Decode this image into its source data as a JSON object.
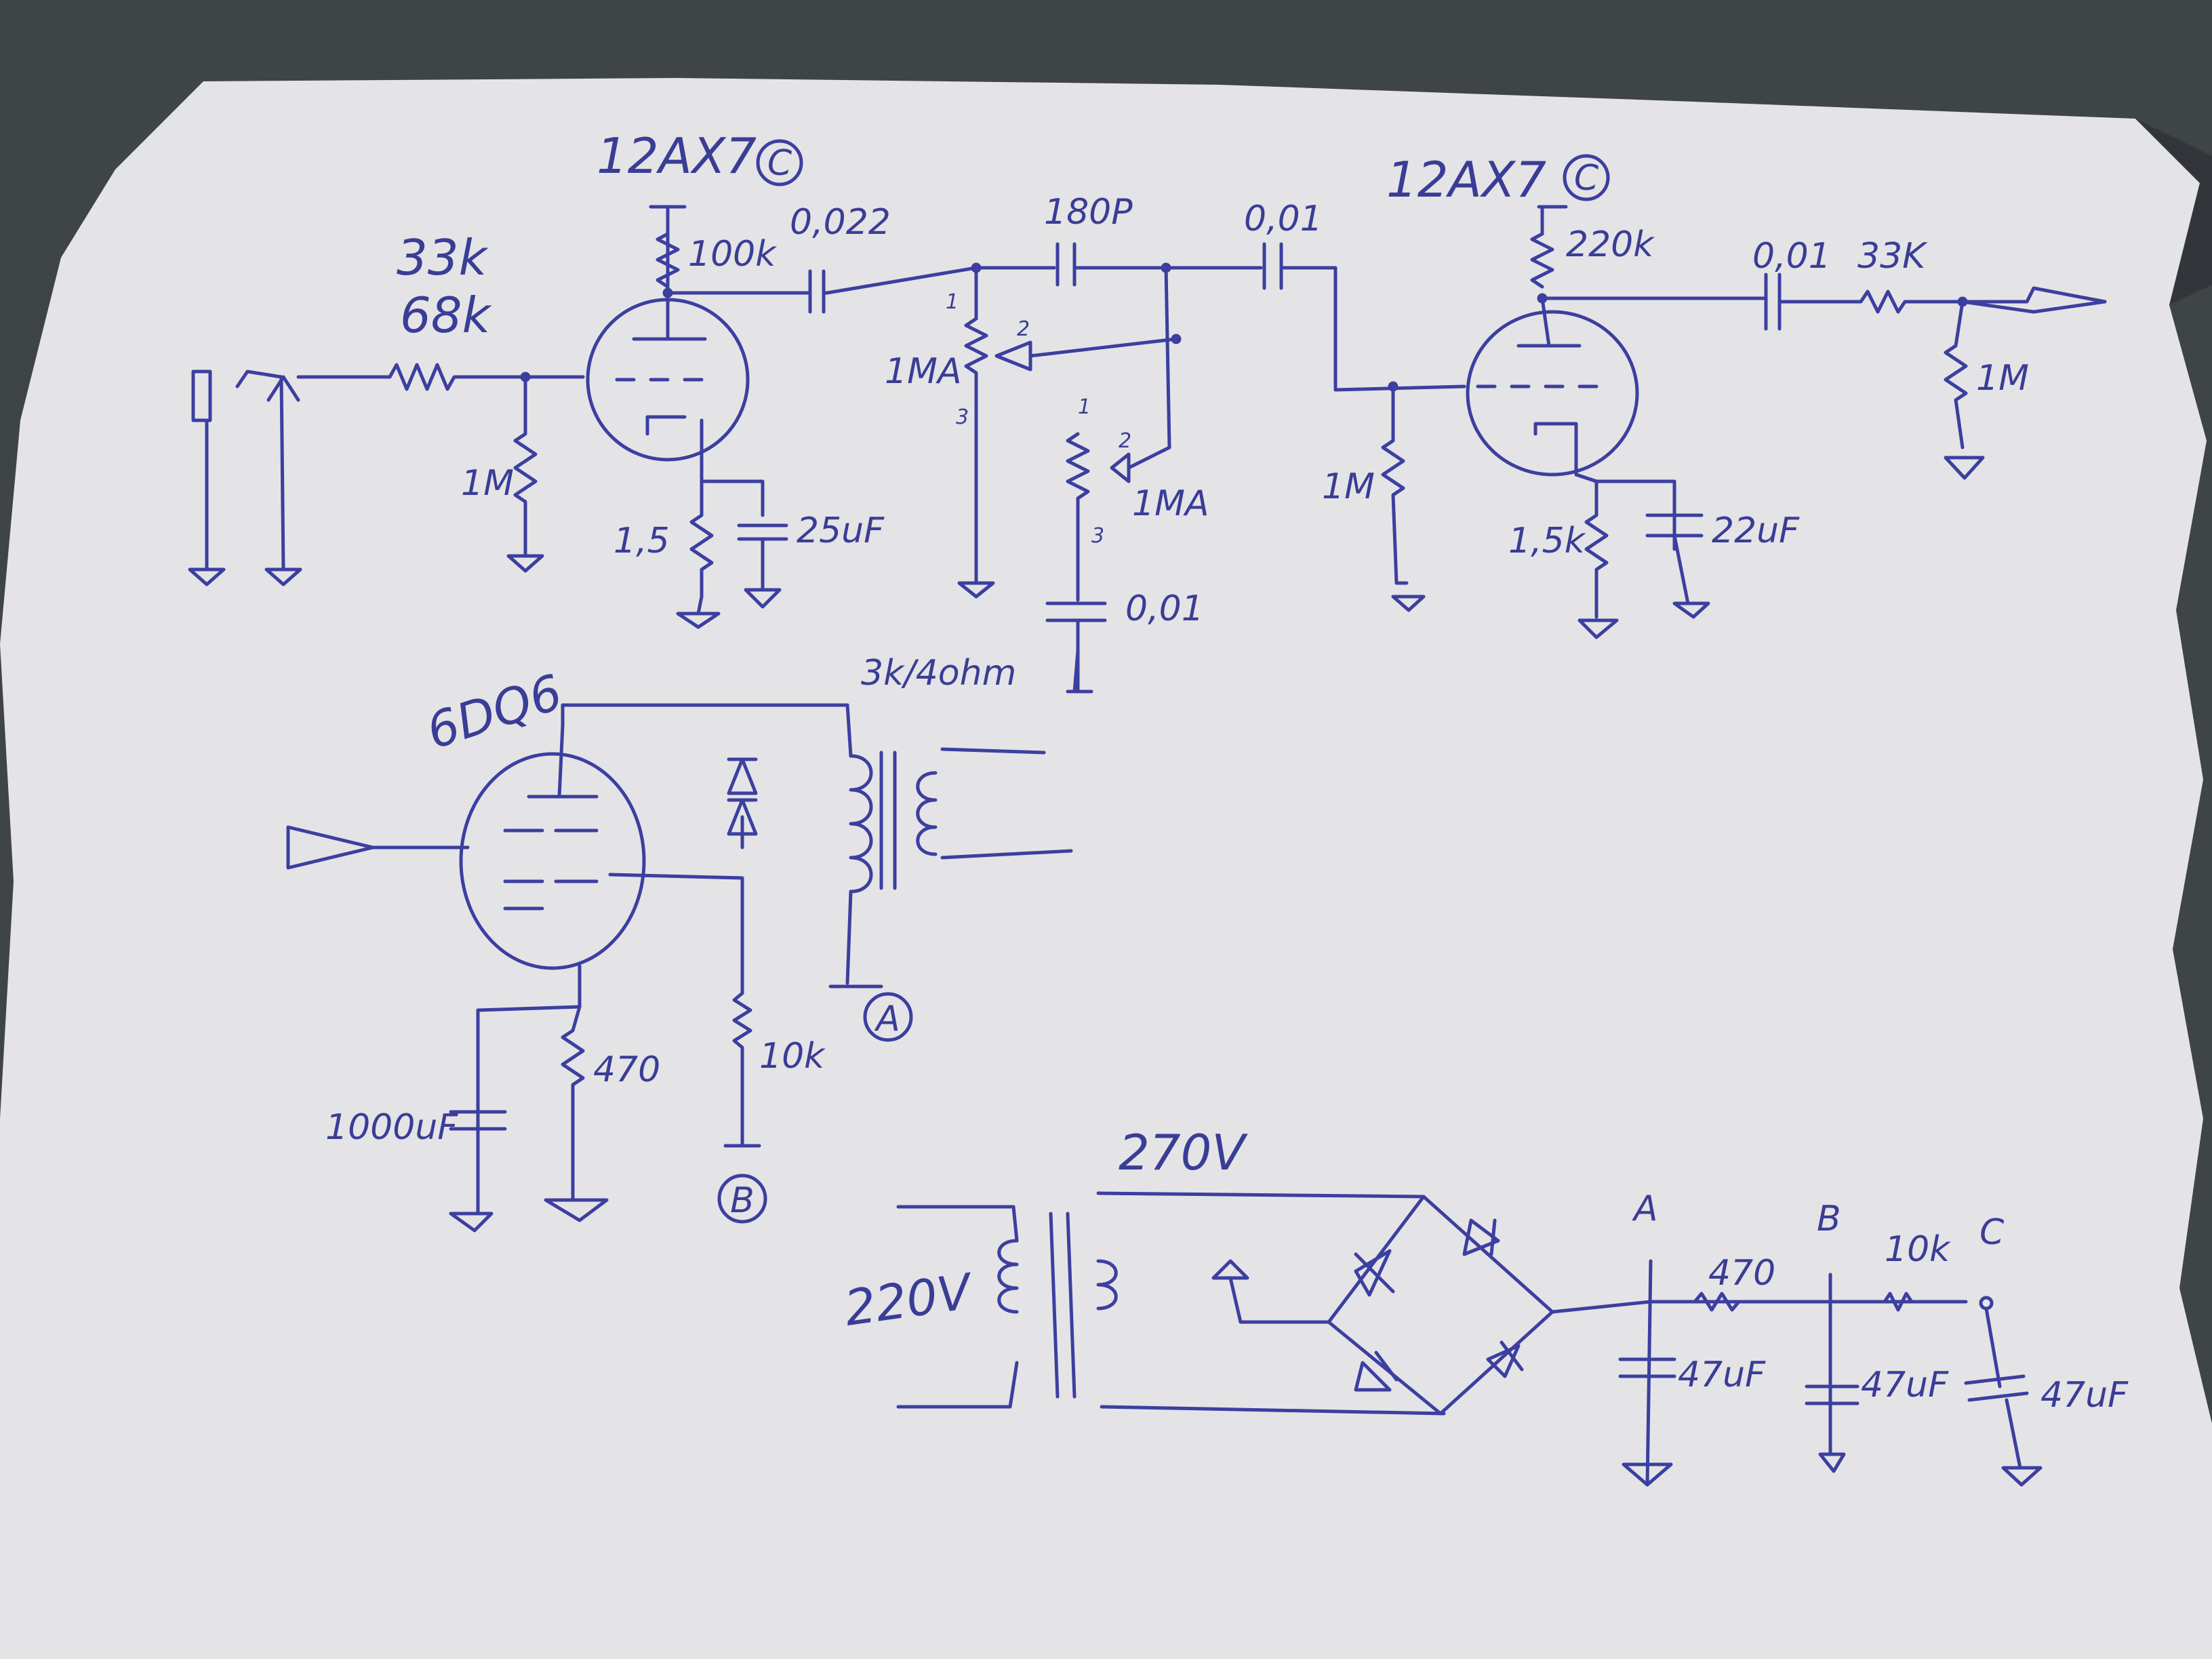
{
  "stage1": {
    "tube": "12AX7",
    "tube_tag": "C",
    "input_resistor_a": "33k",
    "input_resistor_b": "68k",
    "grid_resistor": "1M",
    "plate_resistor": "100k",
    "cathode_resistor": "1,5",
    "cathode_cap": "25uF",
    "coupling_cap": "0,022"
  },
  "tone": {
    "cap_top": "180P",
    "pot1": "1MA",
    "pot2": "1MA",
    "cap_bottom": "0,01",
    "pin1": "1",
    "pin2": "2",
    "pin3": "3"
  },
  "stage2": {
    "coupling_in": "0,01",
    "tube": "12AX7",
    "tube_tag": "C",
    "plate_resistor": "220k",
    "grid_resistor": "1M",
    "cathode_resistor": "1,5k",
    "cathode_cap": "22uF",
    "output_cap": "0,01",
    "output_resistor": "33K",
    "output_shunt": "1M"
  },
  "power_stage": {
    "tube": "6DQ6",
    "transformer": "3k/4ohm",
    "cathode_cap": "1000uF",
    "cathode_resistor": "470",
    "screen_resistor": "10k",
    "node_a": "A",
    "node_b": "B"
  },
  "supply": {
    "primary": "220V",
    "secondary": "270V",
    "node_a": "A",
    "node_b": "B",
    "node_c": "C",
    "r1": "470",
    "r2": "10k",
    "c1": "47uF",
    "c2": "47uF",
    "c3": "47uF"
  }
}
